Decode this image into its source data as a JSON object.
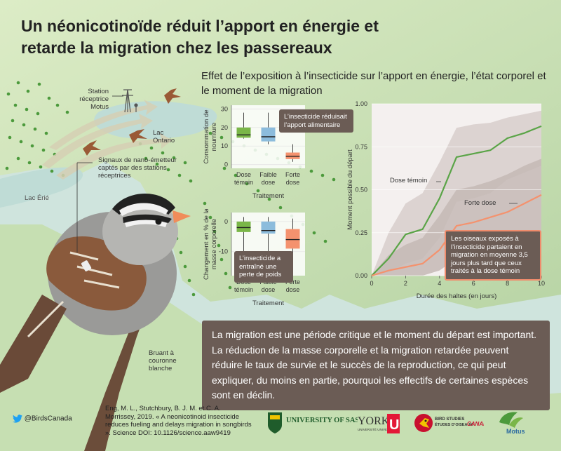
{
  "title": "Un néonicotinoïde réduit l’apport en énergie et retarde la migration chez les passereaux",
  "subtitle": "Effet de l’exposition à l’insecticide sur l’apport en énergie, l’état corporel et le moment de la migration",
  "map": {
    "station_label": "Station réceptrice Motus",
    "lake_ontario": "Lac Ontario",
    "lake_erie": "Lac Érié",
    "signals_label": "Signaux de nano-émetteur captés par des stations réceptrices",
    "bird_label": "Bruant à couronne blanche"
  },
  "chart1": {
    "ylabel": "Consommation de nourriture",
    "xlabel": "Traitement",
    "y_ticks": [
      "0",
      "10",
      "20",
      "30"
    ],
    "categories": [
      "Dose témoin",
      "Faible dose",
      "Forte dose"
    ],
    "callout": "L’insecticide réduisait l’apport alimentaire"
  },
  "chart2": {
    "ylabel": "Changement en % de la masse corporelle",
    "xlabel": "Traitement",
    "y_ticks": [
      "0",
      "-10"
    ],
    "categories": [
      "Dose témoin",
      "Faible dose",
      "Forte dose"
    ],
    "callout": "L’insecticide a entraîné une perte de poids"
  },
  "chart3": {
    "ylabel": "Moment possible du départ",
    "xlabel": "Durée des haltes (en jours)",
    "y_ticks": [
      "0.00",
      "0.25",
      "0.50",
      "0.75",
      "1.00"
    ],
    "x_ticks": [
      "0",
      "2",
      "4",
      "6",
      "8",
      "10"
    ],
    "label_control": "Dose témoin",
    "label_high": "Forte dose",
    "callout": "Les oiseaux exposés à l’insecticide partaient en migration en moyenne 3,5 jours plus tard que ceux traités à la dose témoin"
  },
  "chart_data": [
    {
      "type": "box",
      "ylabel": "Consommation de nourriture",
      "xlabel": "Traitement",
      "ylim": [
        -2,
        32
      ],
      "categories": [
        "Dose témoin",
        "Faible dose",
        "Forte dose"
      ],
      "boxes": [
        {
          "min": 14,
          "q1": 14.5,
          "median": 16,
          "q3": 20,
          "max": 28
        },
        {
          "min": 11,
          "q1": 12.5,
          "median": 15,
          "q3": 20,
          "max": 28
        },
        {
          "min": 1.5,
          "q1": 3,
          "median": 4.5,
          "q3": 6.5,
          "max": 11
        }
      ],
      "colors": [
        "#7ab648",
        "#8cbcdc",
        "#f4926e"
      ]
    },
    {
      "type": "box",
      "ylabel": "Changement en % de la masse corporelle",
      "xlabel": "Traitement",
      "ylim": [
        -18,
        3
      ],
      "categories": [
        "Dose témoin",
        "Faible dose",
        "Forte dose"
      ],
      "boxes": [
        {
          "min": -10,
          "q1": -3.5,
          "median": -2,
          "q3": 0,
          "max": 1.5
        },
        {
          "min": -10,
          "q1": -4,
          "median": -3,
          "q3": 0,
          "max": 1.5
        },
        {
          "min": -15,
          "q1": -9,
          "median": -6,
          "q3": -2.5,
          "max": 1
        }
      ],
      "colors": [
        "#7ab648",
        "#8cbcdc",
        "#f4926e"
      ]
    },
    {
      "type": "line",
      "xlabel": "Durée des haltes (en jours)",
      "ylabel": "Moment possible du départ",
      "xlim": [
        0,
        10
      ],
      "ylim": [
        0,
        1
      ],
      "series": [
        {
          "name": "Dose témoin",
          "color": "#5aa447",
          "x": [
            0,
            1,
            2,
            3,
            4,
            5,
            6,
            7,
            8,
            9,
            10
          ],
          "y": [
            0,
            0.1,
            0.24,
            0.27,
            0.45,
            0.69,
            0.71,
            0.73,
            0.8,
            0.83,
            0.87
          ]
        },
        {
          "name": "Forte dose",
          "color": "#f4926e",
          "x": [
            0,
            1,
            2,
            3,
            4,
            5,
            6,
            7,
            8,
            9,
            10
          ],
          "y": [
            0,
            0.03,
            0.05,
            0.07,
            0.15,
            0.29,
            0.31,
            0.34,
            0.37,
            0.42,
            0.47
          ]
        }
      ],
      "bands": [
        {
          "series": "Dose témoin",
          "color": "#d9cfcd",
          "upper": [
            0,
            0.25,
            0.42,
            0.48,
            0.66,
            0.86,
            0.88,
            0.89,
            0.92,
            0.94,
            0.96
          ],
          "lower": [
            0,
            0.02,
            0.07,
            0.1,
            0.22,
            0.43,
            0.45,
            0.48,
            0.56,
            0.6,
            0.64
          ]
        },
        {
          "series": "Forte dose",
          "color": "#c4b8b5",
          "upper": [
            0,
            0.12,
            0.18,
            0.22,
            0.35,
            0.5,
            0.52,
            0.55,
            0.59,
            0.64,
            0.68
          ]
        },
        {
          "series": "Forte dose",
          "color": "#c4b8b5",
          "lower": [
            0,
            0,
            0,
            0,
            0.03,
            0.1,
            0.11,
            0.13,
            0.16,
            0.2,
            0.24
          ]
        }
      ]
    }
  ],
  "info_text": "La migration est une période critique et le moment du départ est important. La réduction de la masse corporelle et la migration retardée peuvent réduire le taux de survie et le succès de la reproduction, ce qui peut expliquer, du moins en partie, pourquoi les effectifs de certaines espèces sont en déclin.",
  "citation": "Eng, M. L., Stutchbury, B. J. M. et C. A. Morrissey, 2019. « A neonicotinoid insecticide reduces fueling and delays migration in songbirds ». Science DOI: 10.1126/science.aaw9419",
  "twitter": "@BirdsCanada",
  "logos": {
    "usask": "UNIVERSITY OF SASKATCHEWAN",
    "york": "YORK",
    "york_sub": "UNIVERSITÉ UNIVERSITY",
    "york_u": "U",
    "bsc1": "BIRD STUDIES",
    "bsc2": "ÉTUDES D’OISEAUX",
    "bsc3": "CANADA",
    "motus": "Motus"
  }
}
